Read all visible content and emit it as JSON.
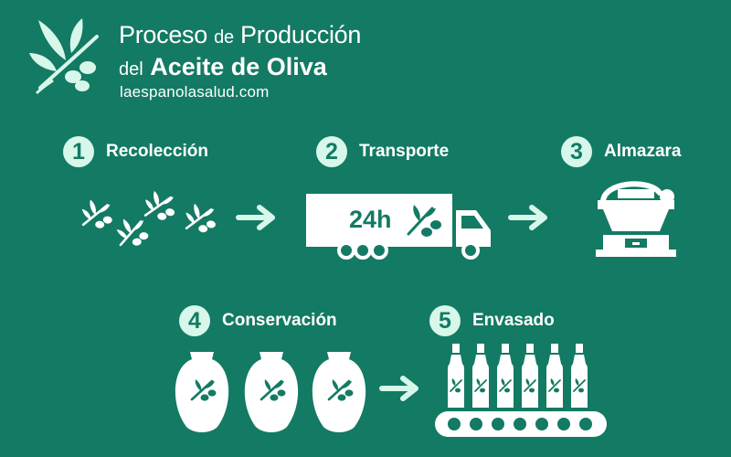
{
  "header": {
    "title_part1": "Proceso",
    "title_part2": "de",
    "title_part3": "Producción",
    "title_part4": "del",
    "title_part5": "Aceite de Oliva",
    "website": "laespanolasalud.com"
  },
  "steps": [
    {
      "number": "1",
      "label": "Recolección"
    },
    {
      "number": "2",
      "label": "Transporte"
    },
    {
      "number": "3",
      "label": "Almazara"
    },
    {
      "number": "4",
      "label": "Conservación"
    },
    {
      "number": "5",
      "label": "Envasado"
    }
  ],
  "truck": {
    "label": "24h"
  },
  "colors": {
    "background": "#137a63",
    "light": "#d6f7ea",
    "accent": "#137a63"
  },
  "icons": [
    "olive-branch-logo-icon",
    "olive-branch-icon",
    "arrow-right-icon",
    "truck-icon",
    "olive-mill-icon",
    "amphora-icon",
    "bottle-icon",
    "conveyor-belt-icon"
  ]
}
